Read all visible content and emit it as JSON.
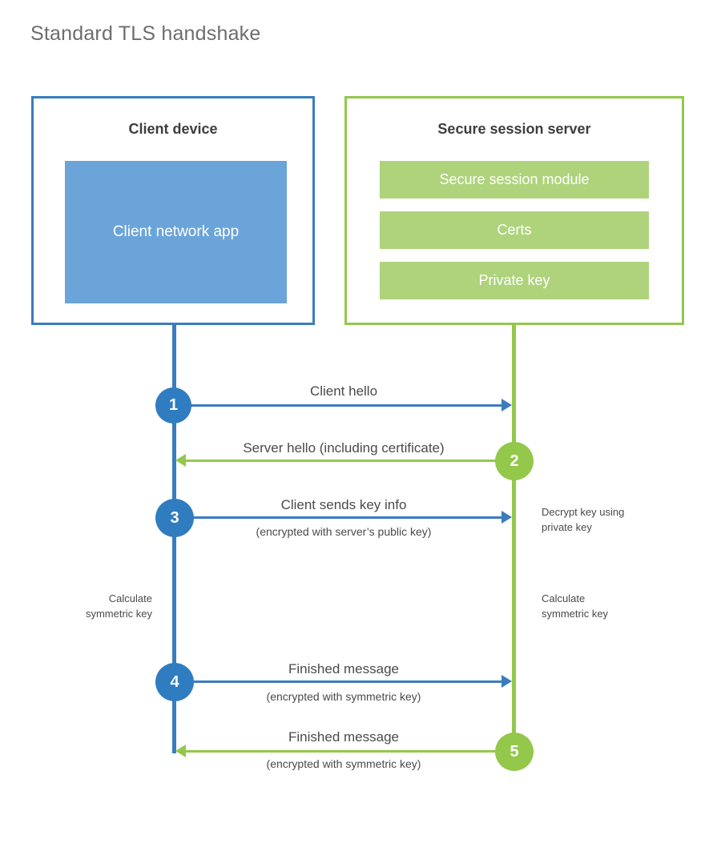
{
  "title": "Standard TLS handshake",
  "client": {
    "box_title": "Client device",
    "app_label": "Client network app",
    "color": "#3a7cbe",
    "app_fill": "#6ba4d8"
  },
  "server": {
    "box_title": "Secure session server",
    "color": "#93c84b",
    "block_fill": "#aed37b",
    "blocks": [
      {
        "label": "Secure session module"
      },
      {
        "label": "Certs"
      },
      {
        "label": "Private key"
      }
    ]
  },
  "steps": [
    {
      "number": "1",
      "label": "Client hello",
      "sub": "",
      "direction": "client-to-server",
      "color": "#3a7cbe"
    },
    {
      "number": "2",
      "label": "Server hello (including certificate)",
      "sub": "",
      "direction": "server-to-client",
      "color": "#93c84b"
    },
    {
      "number": "3",
      "label": "Client sends key info",
      "sub": "(encrypted with server’s public key)",
      "direction": "client-to-server",
      "color": "#3a7cbe"
    },
    {
      "number": "4",
      "label": "Finished message",
      "sub": "(encrypted with symmetric key)",
      "direction": "client-to-server",
      "color": "#3a7cbe"
    },
    {
      "number": "5",
      "label": "Finished message",
      "sub": "(encrypted with symmetric key)",
      "direction": "server-to-client",
      "color": "#93c84b"
    }
  ],
  "notes": {
    "server_decrypt": "Decrypt key using\nprivate key",
    "client_calculate": "Calculate\nsymmetric key",
    "server_calculate": "Calculate\nsymmetric key"
  }
}
